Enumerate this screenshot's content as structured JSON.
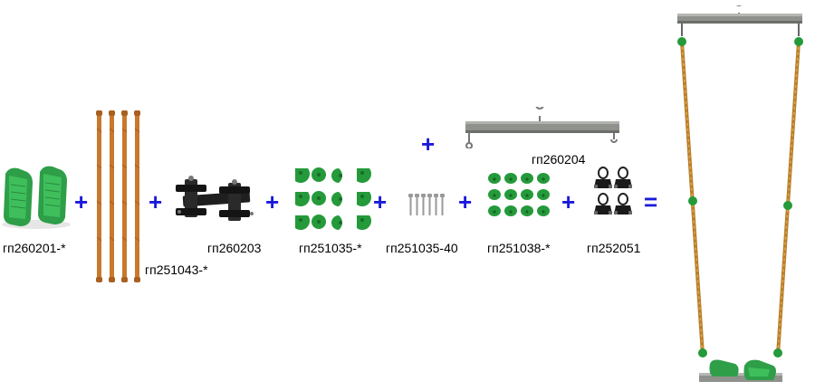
{
  "colors": {
    "operator": "#1a1adb",
    "seat_green": "#2e9e48",
    "rope": "#c8792e",
    "bar_gray": "#8f918c",
    "bracket_black": "#1f1f1f",
    "hold_green": "#249a3a"
  },
  "parts": [
    {
      "id": "seats",
      "label": "гп260201-*"
    },
    {
      "id": "ropes",
      "label": "гп251043-*"
    },
    {
      "id": "bracket",
      "label": "гп260203"
    },
    {
      "id": "holds_large",
      "label": "гп251035-*"
    },
    {
      "id": "bolts",
      "label": "гп251035-40"
    },
    {
      "id": "holds_small",
      "label": "гп251038-*"
    },
    {
      "id": "shackles",
      "label": "гп252051"
    },
    {
      "id": "top_bar",
      "label": "гп260204"
    }
  ],
  "operators": {
    "plus": "+",
    "equals": "="
  }
}
